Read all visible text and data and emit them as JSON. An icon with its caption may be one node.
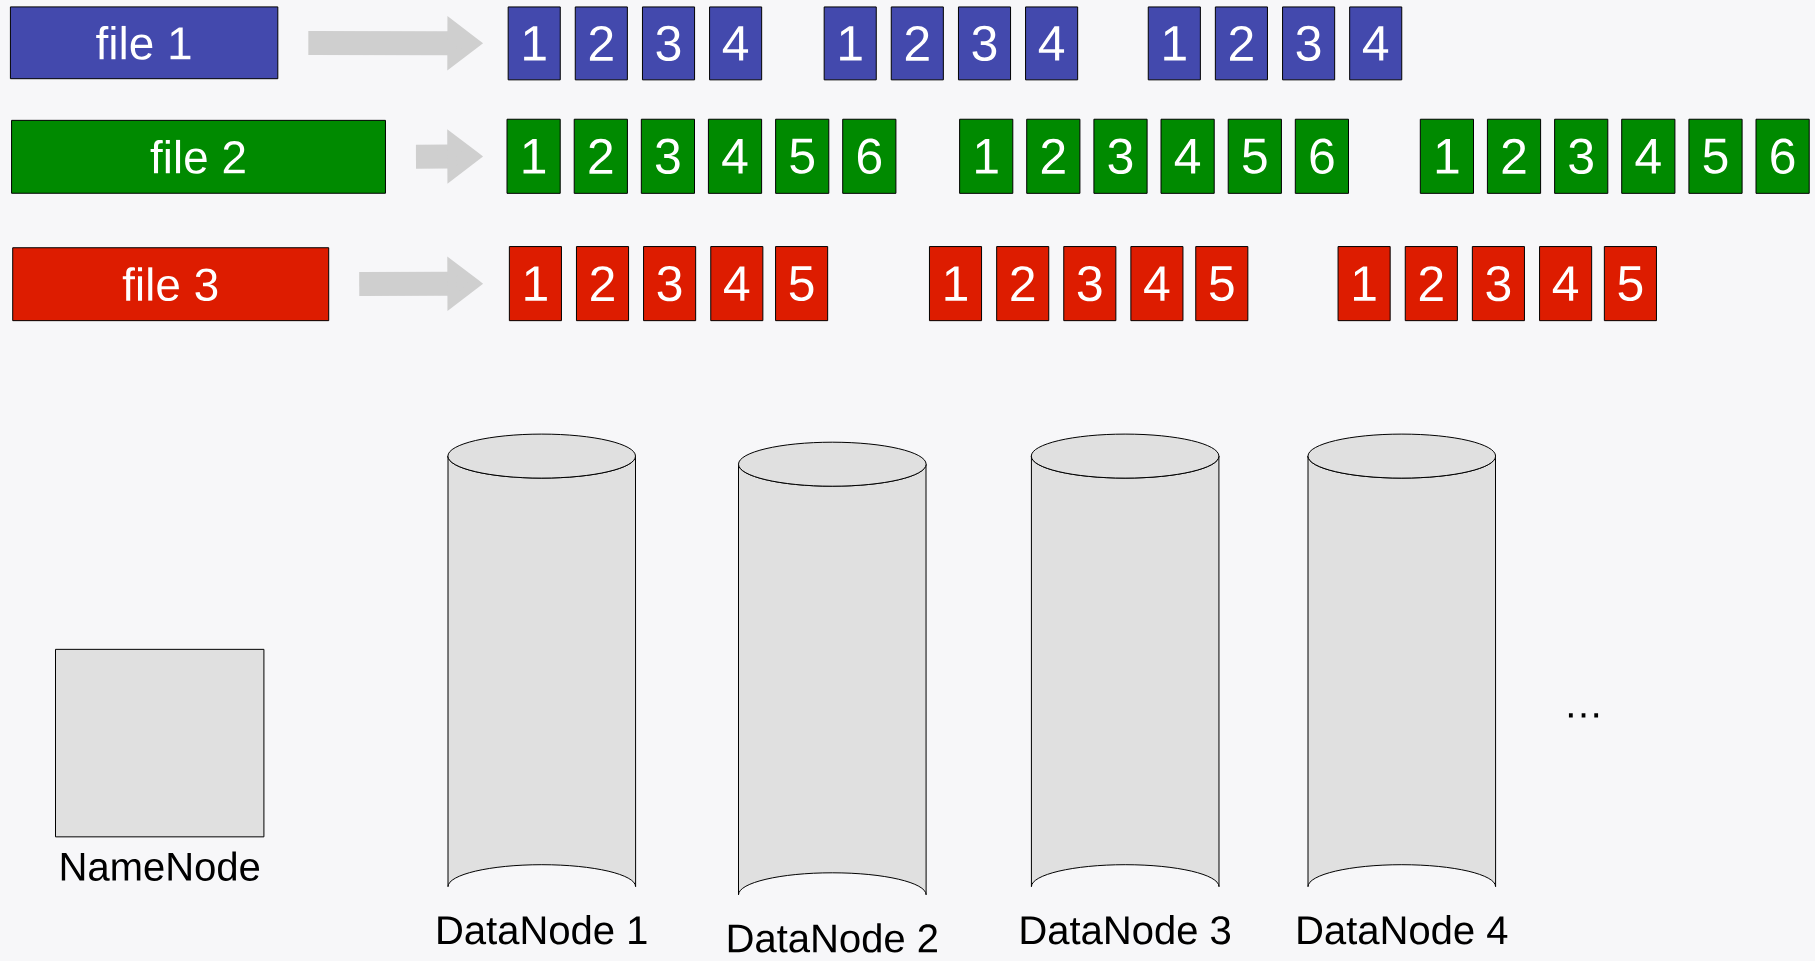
{
  "diagram": {
    "nodes": [
      {
        "text": [
          "file 1"
        ]
      },
      {
        "text": [
          "1"
        ]
      },
      {
        "text": [
          "2"
        ]
      },
      {
        "text": [
          "3"
        ]
      },
      {
        "text": [
          "4"
        ]
      },
      {
        "text": [
          "1"
        ]
      },
      {
        "text": [
          "2"
        ]
      },
      {
        "text": [
          "3"
        ]
      },
      {
        "text": [
          "4"
        ]
      },
      {
        "text": [
          "1"
        ]
      },
      {
        "text": [
          "2"
        ]
      },
      {
        "text": [
          "3"
        ]
      },
      {
        "text": [
          "4"
        ]
      },
      {
        "text": [
          "file 2"
        ]
      },
      {
        "text": [
          "1"
        ]
      },
      {
        "text": [
          "2"
        ]
      },
      {
        "text": [
          "3"
        ]
      },
      {
        "text": [
          "4"
        ]
      },
      {
        "text": [
          "5"
        ]
      },
      {
        "text": [
          "6"
        ]
      },
      {
        "text": [
          "1"
        ]
      },
      {
        "text": [
          "2"
        ]
      },
      {
        "text": [
          "3"
        ]
      },
      {
        "text": [
          "4"
        ]
      },
      {
        "text": [
          "5"
        ]
      },
      {
        "text": [
          "6"
        ]
      },
      {
        "text": [
          "1"
        ]
      },
      {
        "text": [
          "2"
        ]
      },
      {
        "text": [
          "3"
        ]
      },
      {
        "text": [
          "4"
        ]
      },
      {
        "text": [
          "5"
        ]
      },
      {
        "text": [
          "6"
        ]
      },
      {
        "text": [
          "file 3"
        ]
      },
      {
        "text": [
          "1"
        ]
      },
      {
        "text": [
          "2"
        ]
      },
      {
        "text": [
          "3"
        ]
      },
      {
        "text": [
          "4"
        ]
      },
      {
        "text": [
          "5"
        ]
      },
      {
        "text": [
          "1"
        ]
      },
      {
        "text": [
          "2"
        ]
      },
      {
        "text": [
          "3"
        ]
      },
      {
        "text": [
          "4"
        ]
      },
      {
        "text": [
          "5"
        ]
      },
      {
        "text": [
          "1"
        ]
      },
      {
        "text": [
          "2"
        ]
      },
      {
        "text": [
          "3"
        ]
      },
      {
        "text": [
          "4"
        ]
      },
      {
        "text": [
          "5"
        ]
      },
      {
        "text": [
          "NameNode"
        ]
      },
      {
        "text": [
          "DataNode 1"
        ]
      },
      {
        "text": [
          "DataNode 2"
        ]
      },
      {
        "text": [
          "DataNode 3"
        ]
      },
      {
        "text": [
          "DataNode 4"
        ]
      }
    ],
    "edges": [
      {
        "from": 0,
        "to": 1,
        "arrow": "to"
      },
      {
        "from": 13,
        "to": 14,
        "arrow": "to"
      },
      {
        "from": 32,
        "to": 33,
        "arrow": "to"
      }
    ],
    "labels": [
      "…"
    ]
  }
}
